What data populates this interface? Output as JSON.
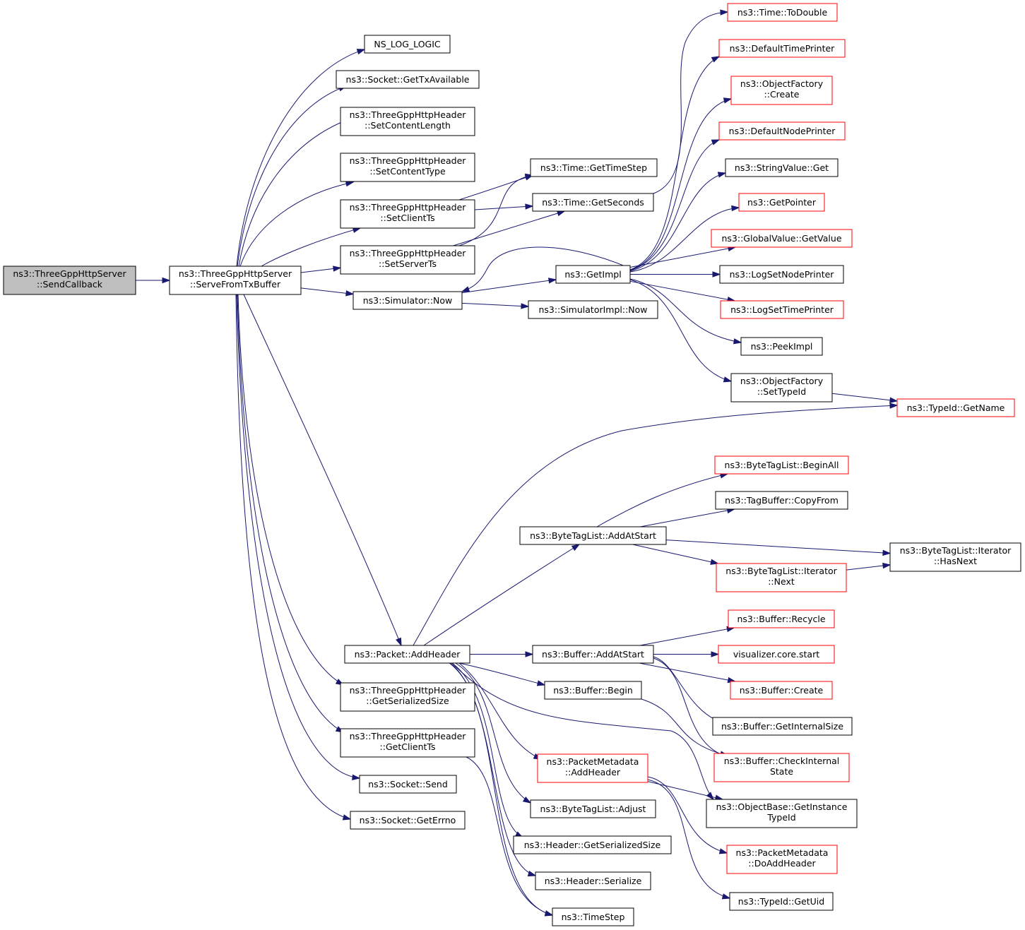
{
  "colors": {
    "edge": "#191970",
    "border": "#000000",
    "external_border": "#ff0000",
    "root_fill": "#bfbfbf"
  },
  "nodes": {
    "sendcallback": [
      "ns3::ThreeGppHttpServer",
      "::SendCallback"
    ],
    "servefromtxbuffer": [
      "ns3::ThreeGppHttpServer",
      "::ServeFromTxBuffer"
    ],
    "ns_log_logic": [
      "NS_LOG_LOGIC"
    ],
    "gettxavailable": [
      "ns3::Socket::GetTxAvailable"
    ],
    "setcontentlength": [
      "ns3::ThreeGppHttpHeader",
      "::SetContentLength"
    ],
    "setcontenttype": [
      "ns3::ThreeGppHttpHeader",
      "::SetContentType"
    ],
    "setclientts": [
      "ns3::ThreeGppHttpHeader",
      "::SetClientTs"
    ],
    "setserverts": [
      "ns3::ThreeGppHttpHeader",
      "::SetServerTs"
    ],
    "simulator_now": [
      "ns3::Simulator::Now"
    ],
    "packet_addheader": [
      "ns3::Packet::AddHeader"
    ],
    "getserializedsize_hdr": [
      "ns3::ThreeGppHttpHeader",
      "::GetSerializedSize"
    ],
    "getclientts": [
      "ns3::ThreeGppHttpHeader",
      "::GetClientTs"
    ],
    "socket_send": [
      "ns3::Socket::Send"
    ],
    "socket_geterrno": [
      "ns3::Socket::GetErrno"
    ],
    "time_gettimestep": [
      "ns3::Time::GetTimeStep"
    ],
    "time_getseconds": [
      "ns3::Time::GetSeconds"
    ],
    "getimpl": [
      "ns3::GetImpl"
    ],
    "simulatorimpl_now": [
      "ns3::SimulatorImpl::Now"
    ],
    "bytetaglist_addatstart": [
      "ns3::ByteTagList::AddAtStart"
    ],
    "buffer_addatstart": [
      "ns3::Buffer::AddAtStart"
    ],
    "buffer_begin": [
      "ns3::Buffer::Begin"
    ],
    "packetmetadata_addheader": [
      "ns3::PacketMetadata",
      "::AddHeader"
    ],
    "bytetaglist_adjust": [
      "ns3::ByteTagList::Adjust"
    ],
    "header_getserializedsize": [
      "ns3::Header::GetSerializedSize"
    ],
    "header_serialize": [
      "ns3::Header::Serialize"
    ],
    "timestep": [
      "ns3::TimeStep"
    ],
    "time_todouble": [
      "ns3::Time::ToDouble"
    ],
    "defaulttimeprinter": [
      "ns3::DefaultTimePrinter"
    ],
    "objectfactory_create": [
      "ns3::ObjectFactory",
      "::Create"
    ],
    "defaultnodeprinter": [
      "ns3::DefaultNodePrinter"
    ],
    "stringvalue_get": [
      "ns3::StringValue::Get"
    ],
    "getpointer": [
      "ns3::GetPointer"
    ],
    "globalvalue_getvalue": [
      "ns3::GlobalValue::GetValue"
    ],
    "logsetnodeprinter": [
      "ns3::LogSetNodePrinter"
    ],
    "logsettimeprinter": [
      "ns3::LogSetTimePrinter"
    ],
    "peekimpl": [
      "ns3::PeekImpl"
    ],
    "objectfactory_settypeid": [
      "ns3::ObjectFactory",
      "::SetTypeId"
    ],
    "typeid_getname": [
      "ns3::TypeId::GetName"
    ],
    "bytetaglist_beginall": [
      "ns3::ByteTagList::BeginAll"
    ],
    "tagbuffer_copyfrom": [
      "ns3::TagBuffer::CopyFrom"
    ],
    "iterator_hasnext": [
      "ns3::ByteTagList::Iterator",
      "::HasNext"
    ],
    "iterator_next": [
      "ns3::ByteTagList::Iterator",
      "::Next"
    ],
    "buffer_recycle": [
      "ns3::Buffer::Recycle"
    ],
    "visualizer_core_start": [
      "visualizer.core.start"
    ],
    "buffer_create": [
      "ns3::Buffer::Create"
    ],
    "buffer_getinternalsize": [
      "ns3::Buffer::GetInternalSize"
    ],
    "buffer_checkinternalstate": [
      "ns3::Buffer::CheckInternal",
      "State"
    ],
    "objectbase_getinstancetypeid": [
      "ns3::ObjectBase::GetInstance",
      "TypeId"
    ],
    "packetmetadata_doaddheader": [
      "ns3::PacketMetadata",
      "::DoAddHeader"
    ],
    "typeid_getuid": [
      "ns3::TypeId::GetUid"
    ]
  },
  "edges": [
    [
      "sendcallback",
      "servefromtxbuffer"
    ],
    [
      "servefromtxbuffer",
      "ns_log_logic"
    ],
    [
      "servefromtxbuffer",
      "gettxavailable"
    ],
    [
      "servefromtxbuffer",
      "setcontentlength"
    ],
    [
      "servefromtxbuffer",
      "setcontenttype"
    ],
    [
      "servefromtxbuffer",
      "setclientts"
    ],
    [
      "servefromtxbuffer",
      "setserverts"
    ],
    [
      "servefromtxbuffer",
      "simulator_now"
    ],
    [
      "servefromtxbuffer",
      "packet_addheader"
    ],
    [
      "servefromtxbuffer",
      "getserializedsize_hdr"
    ],
    [
      "servefromtxbuffer",
      "getclientts"
    ],
    [
      "servefromtxbuffer",
      "socket_send"
    ],
    [
      "servefromtxbuffer",
      "socket_geterrno"
    ],
    [
      "setclientts",
      "time_gettimestep"
    ],
    [
      "setclientts",
      "time_getseconds"
    ],
    [
      "setserverts",
      "time_gettimestep"
    ],
    [
      "setserverts",
      "time_getseconds"
    ],
    [
      "simulator_now",
      "getimpl"
    ],
    [
      "simulator_now",
      "simulatorimpl_now"
    ],
    [
      "time_getseconds",
      "time_todouble"
    ],
    [
      "getimpl",
      "simulator_now"
    ],
    [
      "getimpl",
      "defaulttimeprinter"
    ],
    [
      "getimpl",
      "objectfactory_create"
    ],
    [
      "getimpl",
      "defaultnodeprinter"
    ],
    [
      "getimpl",
      "stringvalue_get"
    ],
    [
      "getimpl",
      "getpointer"
    ],
    [
      "getimpl",
      "globalvalue_getvalue"
    ],
    [
      "getimpl",
      "logsetnodeprinter"
    ],
    [
      "getimpl",
      "logsettimeprinter"
    ],
    [
      "getimpl",
      "peekimpl"
    ],
    [
      "getimpl",
      "objectfactory_settypeid"
    ],
    [
      "objectfactory_settypeid",
      "typeid_getname"
    ],
    [
      "packet_addheader",
      "typeid_getname"
    ],
    [
      "packet_addheader",
      "bytetaglist_addatstart"
    ],
    [
      "packet_addheader",
      "buffer_addatstart"
    ],
    [
      "packet_addheader",
      "buffer_begin"
    ],
    [
      "packet_addheader",
      "objectbase_getinstancetypeid"
    ],
    [
      "packet_addheader",
      "packetmetadata_addheader"
    ],
    [
      "packet_addheader",
      "bytetaglist_adjust"
    ],
    [
      "packet_addheader",
      "header_getserializedsize"
    ],
    [
      "packet_addheader",
      "header_serialize"
    ],
    [
      "packet_addheader",
      "timestep"
    ],
    [
      "bytetaglist_addatstart",
      "bytetaglist_beginall"
    ],
    [
      "bytetaglist_addatstart",
      "tagbuffer_copyfrom"
    ],
    [
      "bytetaglist_addatstart",
      "iterator_hasnext"
    ],
    [
      "bytetaglist_addatstart",
      "iterator_next"
    ],
    [
      "iterator_next",
      "iterator_hasnext"
    ],
    [
      "buffer_addatstart",
      "buffer_recycle"
    ],
    [
      "buffer_addatstart",
      "visualizer_core_start"
    ],
    [
      "buffer_addatstart",
      "buffer_create"
    ],
    [
      "buffer_addatstart",
      "buffer_getinternalsize"
    ],
    [
      "buffer_addatstart",
      "buffer_checkinternalstate"
    ],
    [
      "buffer_begin",
      "buffer_checkinternalstate"
    ],
    [
      "packetmetadata_addheader",
      "objectbase_getinstancetypeid"
    ],
    [
      "packetmetadata_addheader",
      "packetmetadata_doaddheader"
    ],
    [
      "packetmetadata_addheader",
      "typeid_getuid"
    ],
    [
      "getclientts",
      "timestep"
    ]
  ]
}
